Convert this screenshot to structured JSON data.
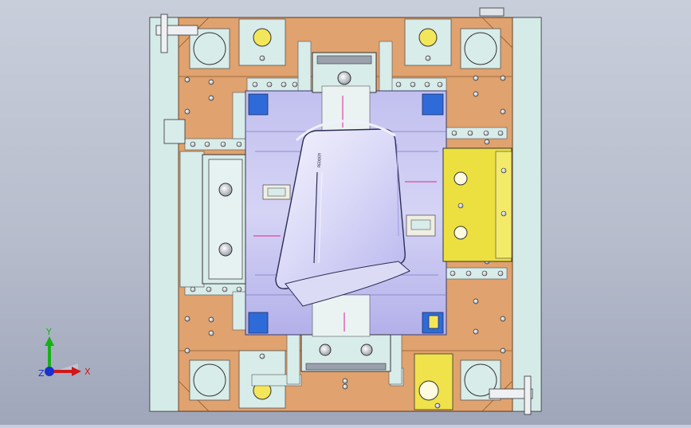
{
  "colors": {
    "viewport_top": "#c9cedb",
    "viewport_bottom": "#9fa6ba",
    "outer_plate": "#d8ecea",
    "copper": "#e0a26e",
    "copper_dark": "#c67f47",
    "cavity": "#b6b3ea",
    "cavity_light": "#d7d6f6",
    "part": "#e9e8fb",
    "yellow": "#f3e65a",
    "slide_yellow": "#ece040",
    "blue_block": "#2f6bd8",
    "steel": "#cfd3db",
    "pink_line": "#e05bb6",
    "axis_x": "#d01818",
    "axis_y": "#18b018",
    "axis_z": "#1830d0"
  },
  "triad": {
    "x_label": "X",
    "y_label": "Y",
    "z_label": "Z"
  },
  "part_label": "REDDER"
}
